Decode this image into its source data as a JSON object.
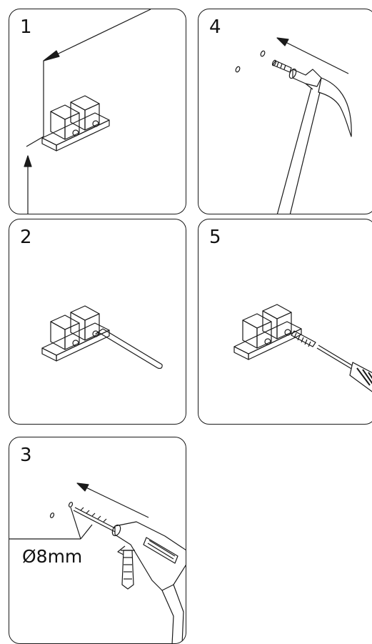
{
  "steps": [
    {
      "number": "1"
    },
    {
      "number": "2"
    },
    {
      "number": "3",
      "dimension_label": "Ø8mm"
    },
    {
      "number": "4"
    },
    {
      "number": "5"
    }
  ]
}
